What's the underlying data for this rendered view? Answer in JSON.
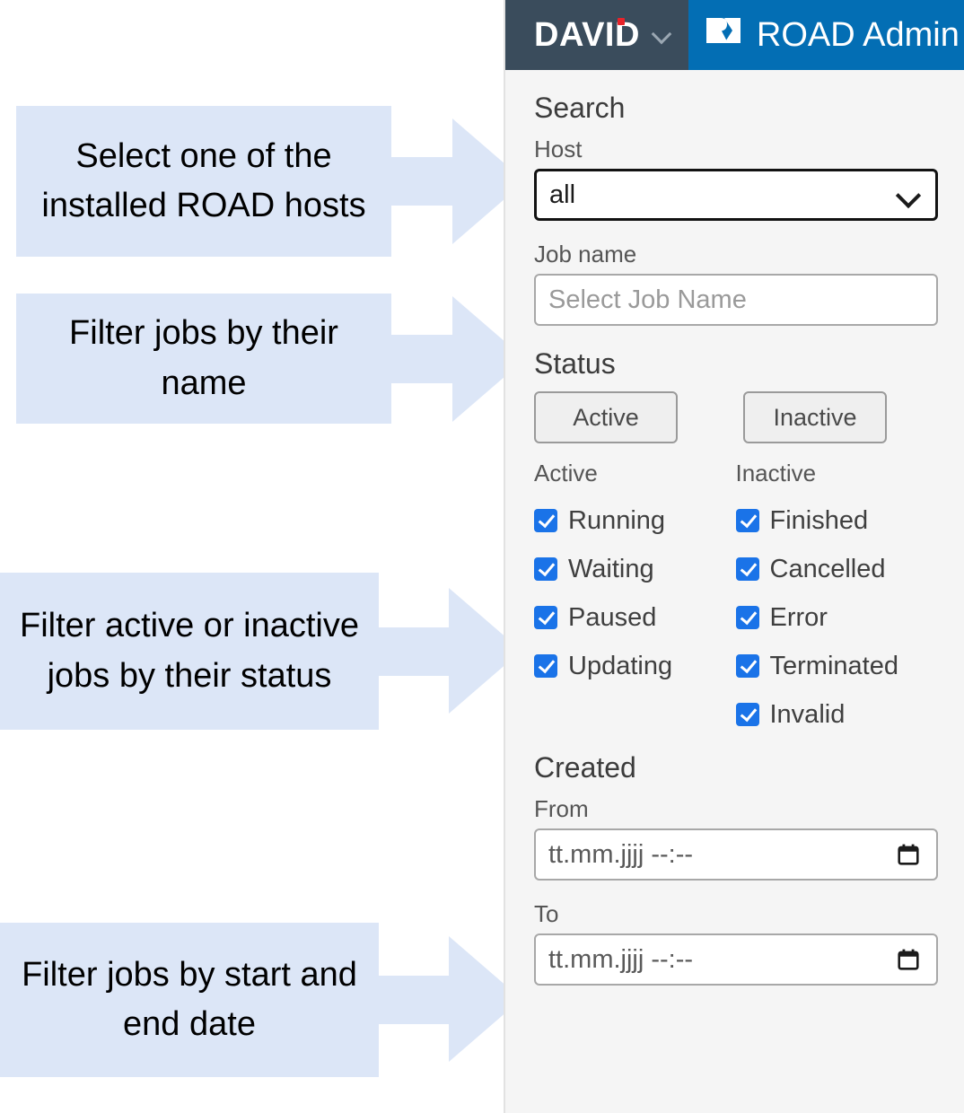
{
  "header": {
    "brand": "DAVID",
    "brand_dropdown_icon": "chevron-down-icon",
    "app_logo_icon": "road-logo-icon",
    "app_title": "ROAD Admin",
    "colors": {
      "brand_bar": "#3a4c5c",
      "app_bar": "#036eb4",
      "brand_dot": "#e8232a"
    }
  },
  "search": {
    "title": "Search",
    "host": {
      "label": "Host",
      "value": "all",
      "caret_icon": "chevron-down-icon"
    },
    "job_name": {
      "label": "Job name",
      "value": "",
      "placeholder": "Select Job Name"
    }
  },
  "status": {
    "title": "Status",
    "buttons": [
      {
        "label": "Active",
        "name": "status-active-button"
      },
      {
        "label": "Inactive",
        "name": "status-inactive-button"
      }
    ],
    "columns": [
      {
        "title": "Active",
        "items": [
          {
            "label": "Running",
            "checked": true
          },
          {
            "label": "Waiting",
            "checked": true
          },
          {
            "label": "Paused",
            "checked": true
          },
          {
            "label": "Updating",
            "checked": true
          }
        ]
      },
      {
        "title": "Inactive",
        "items": [
          {
            "label": "Finished",
            "checked": true
          },
          {
            "label": "Cancelled",
            "checked": true
          },
          {
            "label": "Error",
            "checked": true
          },
          {
            "label": "Terminated",
            "checked": true
          },
          {
            "label": "Invalid",
            "checked": true
          }
        ]
      }
    ],
    "checkbox_color": "#1a73e8"
  },
  "created": {
    "title": "Created",
    "from": {
      "label": "From",
      "value": "tt.mm.jjjj --:--",
      "calendar_icon": "calendar-icon"
    },
    "to": {
      "label": "To",
      "value": "tt.mm.jjjj --:--",
      "calendar_icon": "calendar-icon"
    }
  },
  "annotations": [
    {
      "text": "Select one of the installed ROAD hosts"
    },
    {
      "text": "Filter jobs by their name"
    },
    {
      "text": "Filter active or inactive jobs by their status"
    },
    {
      "text": "Filter jobs by start and end date"
    }
  ],
  "annotation_color": "#dce6f7"
}
